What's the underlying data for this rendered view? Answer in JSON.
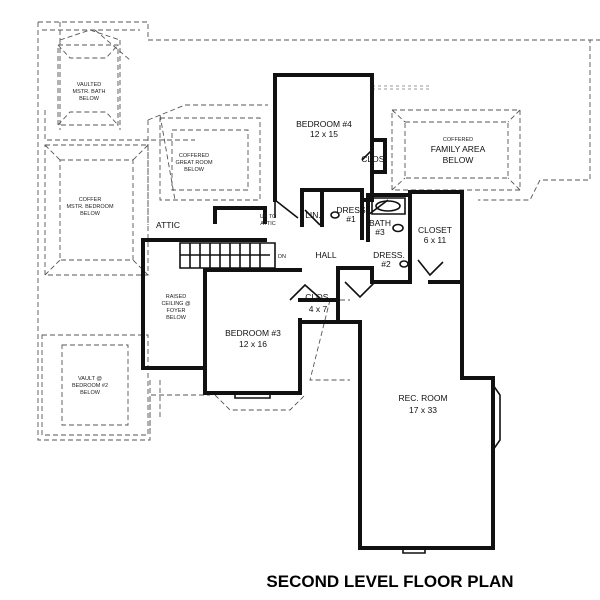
{
  "title": "SECOND LEVEL FLOOR PLAN",
  "rooms": {
    "bedroom4": {
      "name": "BEDROOM #4",
      "size": "12 x 15"
    },
    "clos_upper": "CLOS.",
    "coffered_family": [
      "COFFERED",
      "FAMILY AREA",
      "BELOW"
    ],
    "closet": {
      "name": "CLOSET",
      "size": "6 x 11"
    },
    "lin": "LIN.",
    "dress1": {
      "name": "DRESS",
      "num": "#1"
    },
    "bath3": {
      "name": "BATH",
      "num": "#3"
    },
    "dress2": {
      "name": "DRESS.",
      "num": "#2"
    },
    "up_to_attic": [
      "UP TO",
      "ATTIC"
    ],
    "attic": "ATTIC",
    "dn": "DN",
    "hall": "HALL",
    "clos_mid": {
      "name": "CLOS.",
      "size": "4 x 7"
    },
    "bedroom3": {
      "name": "BEDROOM #3",
      "size": "12 x 16"
    },
    "rec_room": {
      "name": "REC. ROOM",
      "size": "17 x 33"
    },
    "raised_ceiling": [
      "RAISED",
      "CEILING @",
      "FOYER",
      "BELOW"
    ],
    "vaulted_mstr_bath": [
      "VAULTED",
      "MSTR. BATH",
      "BELOW"
    ],
    "coffered_great_room": [
      "COFFERED",
      "GREAT ROOM",
      "BELOW"
    ],
    "coffer_mstr_bedroom": [
      "COFFER",
      "MSTR. BEDROOM",
      "BELOW"
    ],
    "vault_bedroom2": [
      "VAULT @",
      "BEDROOM #2",
      "BELOW"
    ]
  }
}
